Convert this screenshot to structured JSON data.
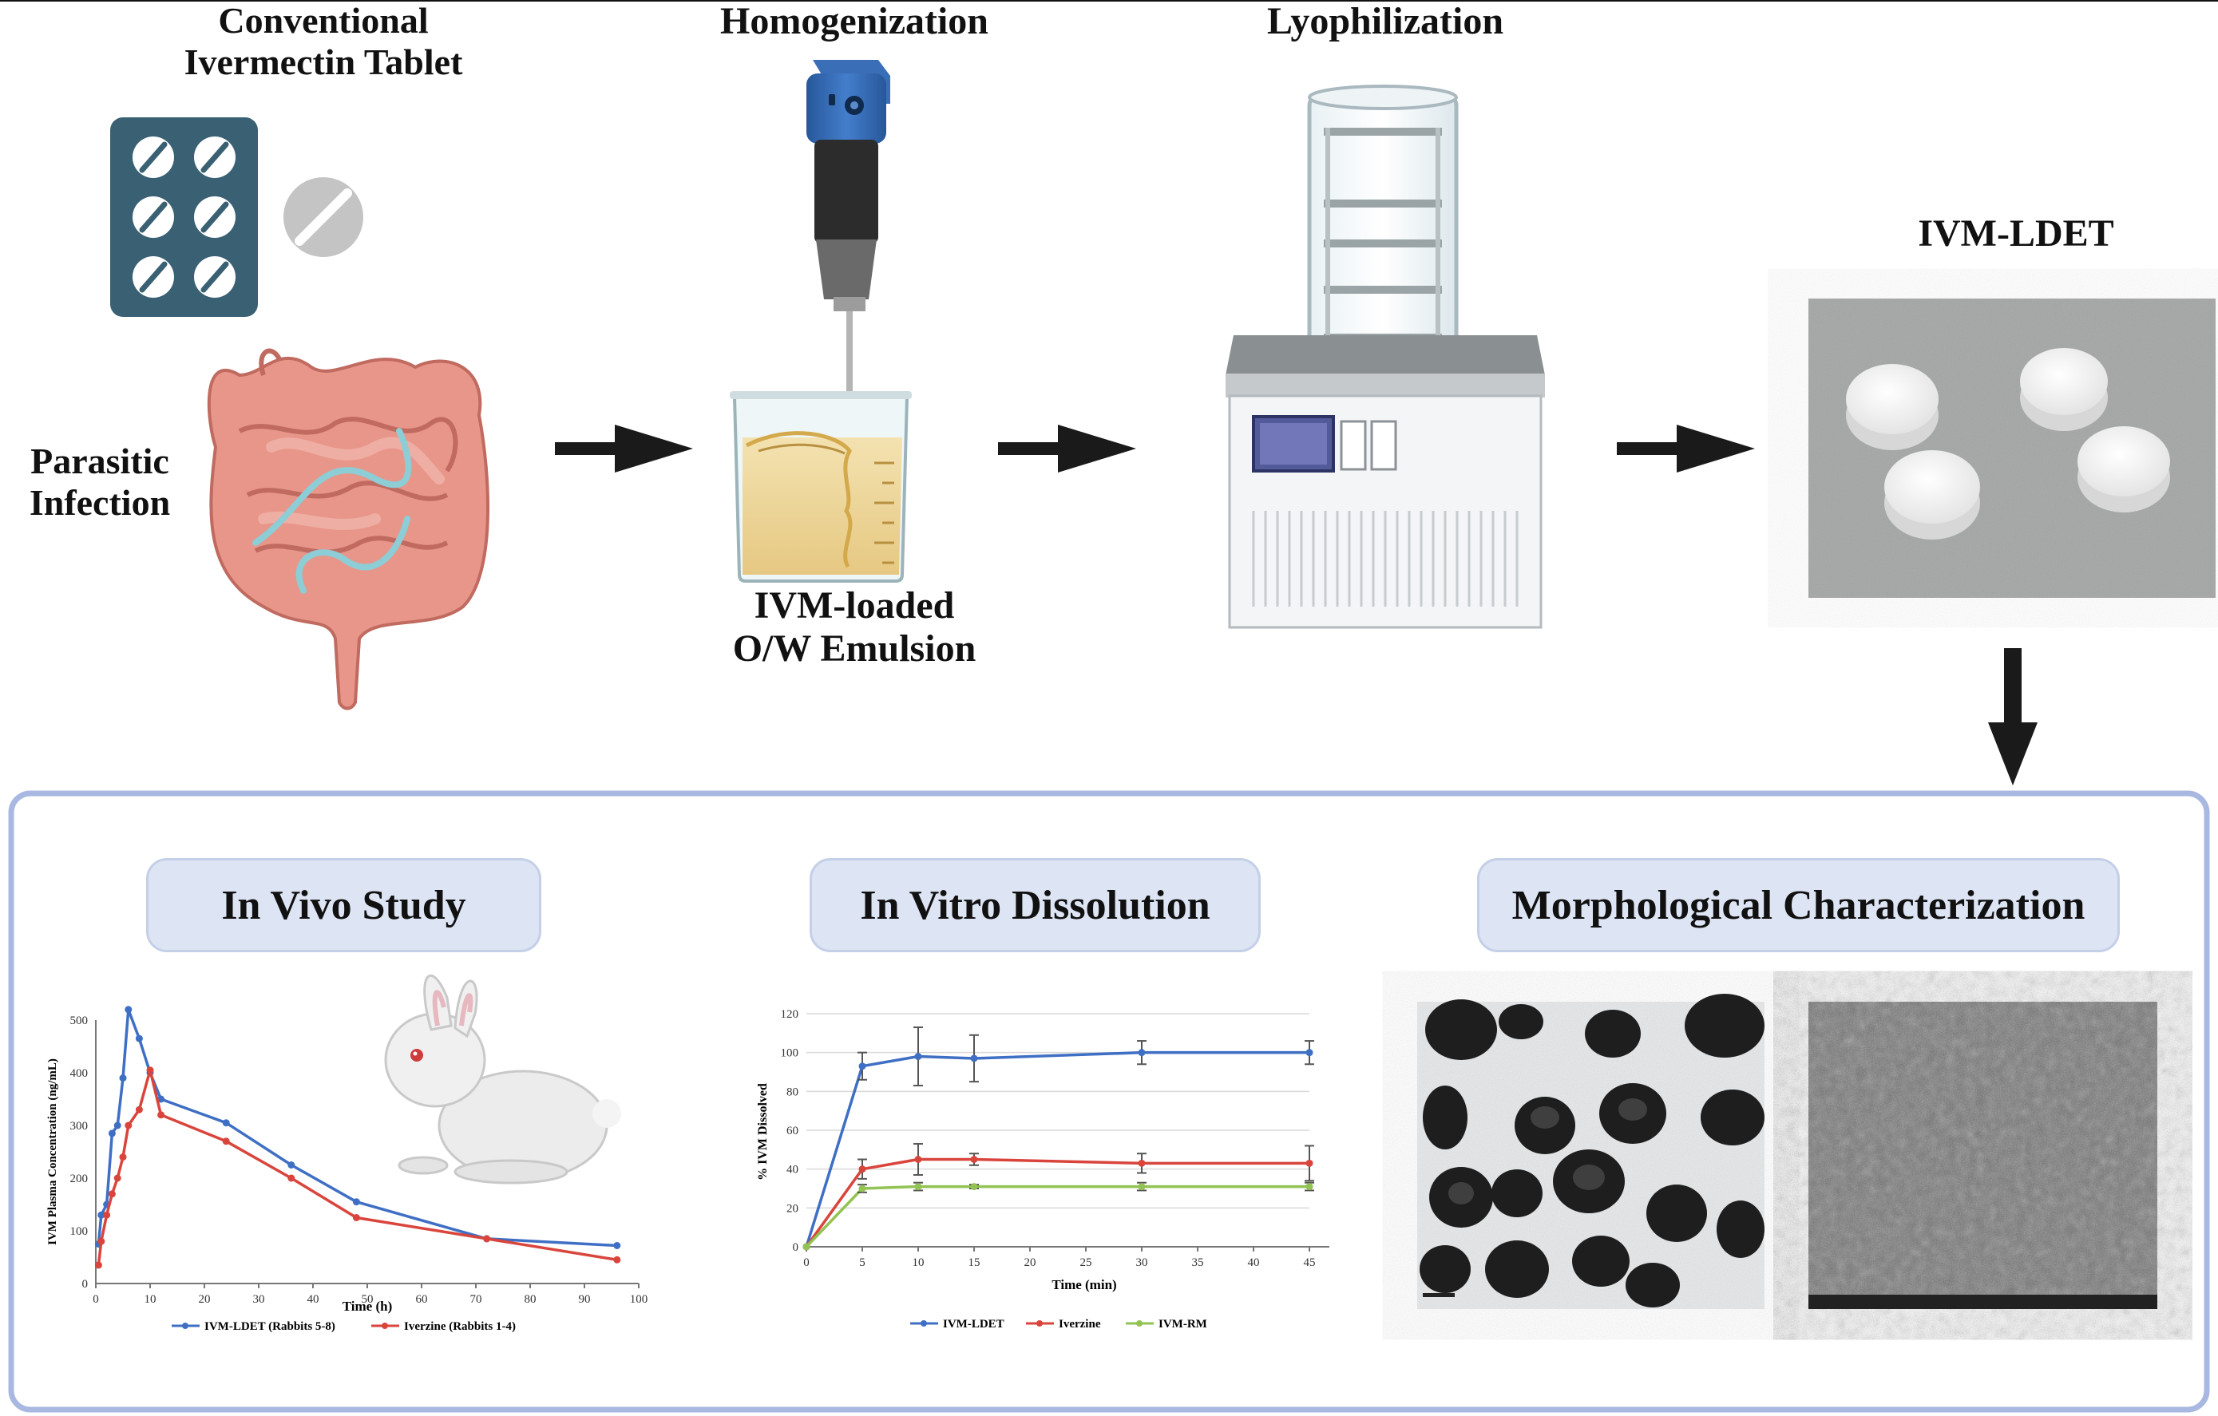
{
  "steps": {
    "conventional_tablet": "Conventional\nIvermectin Tablet",
    "parasitic_infection": "Parasitic\nInfection",
    "homogenization": "Homogenization",
    "emulsion": "IVM-loaded\nO/W Emulsion",
    "lyophilization": "Lyophilization",
    "product": "IVM-LDET"
  },
  "panels": {
    "in_vivo": "In Vivo Study",
    "in_vitro": "In Vitro Dissolution",
    "morphology": "Morphological Characterization"
  },
  "colors": {
    "blue_series": "#3f6fc4",
    "red_series": "#d9453c",
    "green_series": "#92c353",
    "panel_border": "#a8b8e0",
    "pill_fill": "#dde4f3",
    "blister": "#3a6073",
    "intestine": "#e8968a"
  },
  "chart_data": [
    {
      "type": "line",
      "title": "",
      "xlabel": "Time (h)",
      "ylabel": "IVM Plasma Concentration (ng/mL)",
      "xlim": [
        0,
        100
      ],
      "ylim": [
        0,
        500
      ],
      "xticks": [
        0,
        10,
        20,
        30,
        40,
        50,
        60,
        70,
        80,
        90,
        100
      ],
      "yticks": [
        0,
        100,
        200,
        300,
        400,
        500
      ],
      "legend_position": "bottom",
      "series": [
        {
          "name": "IVM-LDET (Rabbits 5-8)",
          "color": "#3f6fc4",
          "x": [
            0.5,
            1,
            2,
            3,
            4,
            5,
            6,
            8,
            10,
            12,
            24,
            36,
            48,
            72,
            96
          ],
          "y": [
            75,
            130,
            150,
            285,
            300,
            390,
            520,
            465,
            400,
            350,
            305,
            225,
            155,
            85,
            72
          ]
        },
        {
          "name": "Iverzine (Rabbits 1-4)",
          "color": "#d9453c",
          "x": [
            0.5,
            1,
            2,
            3,
            4,
            5,
            6,
            8,
            10,
            12,
            24,
            36,
            48,
            72,
            96
          ],
          "y": [
            35,
            80,
            130,
            170,
            200,
            240,
            300,
            330,
            405,
            320,
            270,
            200,
            125,
            85,
            45
          ]
        }
      ]
    },
    {
      "type": "line",
      "title": "",
      "xlabel": "Time (min)",
      "ylabel": "% IVM Dissolved",
      "xlim": [
        0,
        45
      ],
      "ylim": [
        0,
        120
      ],
      "xticks": [
        0,
        5,
        10,
        15,
        20,
        25,
        30,
        35,
        40,
        45
      ],
      "yticks": [
        0,
        20,
        40,
        60,
        80,
        100,
        120
      ],
      "legend_position": "bottom",
      "series": [
        {
          "name": "IVM-LDET",
          "color": "#3f6fc4",
          "x": [
            0,
            5,
            10,
            15,
            30,
            45
          ],
          "y": [
            0,
            93,
            98,
            97,
            100,
            100
          ],
          "err": [
            0,
            7,
            15,
            12,
            6,
            6
          ]
        },
        {
          "name": "Iverzine",
          "color": "#d9453c",
          "x": [
            0,
            5,
            10,
            15,
            30,
            45
          ],
          "y": [
            0,
            40,
            45,
            45,
            43,
            43
          ],
          "err": [
            0,
            5,
            8,
            3,
            5,
            9
          ]
        },
        {
          "name": "IVM-RM",
          "color": "#92c353",
          "x": [
            0,
            5,
            10,
            15,
            30,
            45
          ],
          "y": [
            0,
            30,
            31,
            31,
            31,
            31
          ],
          "err": [
            0,
            2,
            2,
            1,
            2,
            2
          ]
        }
      ]
    }
  ]
}
